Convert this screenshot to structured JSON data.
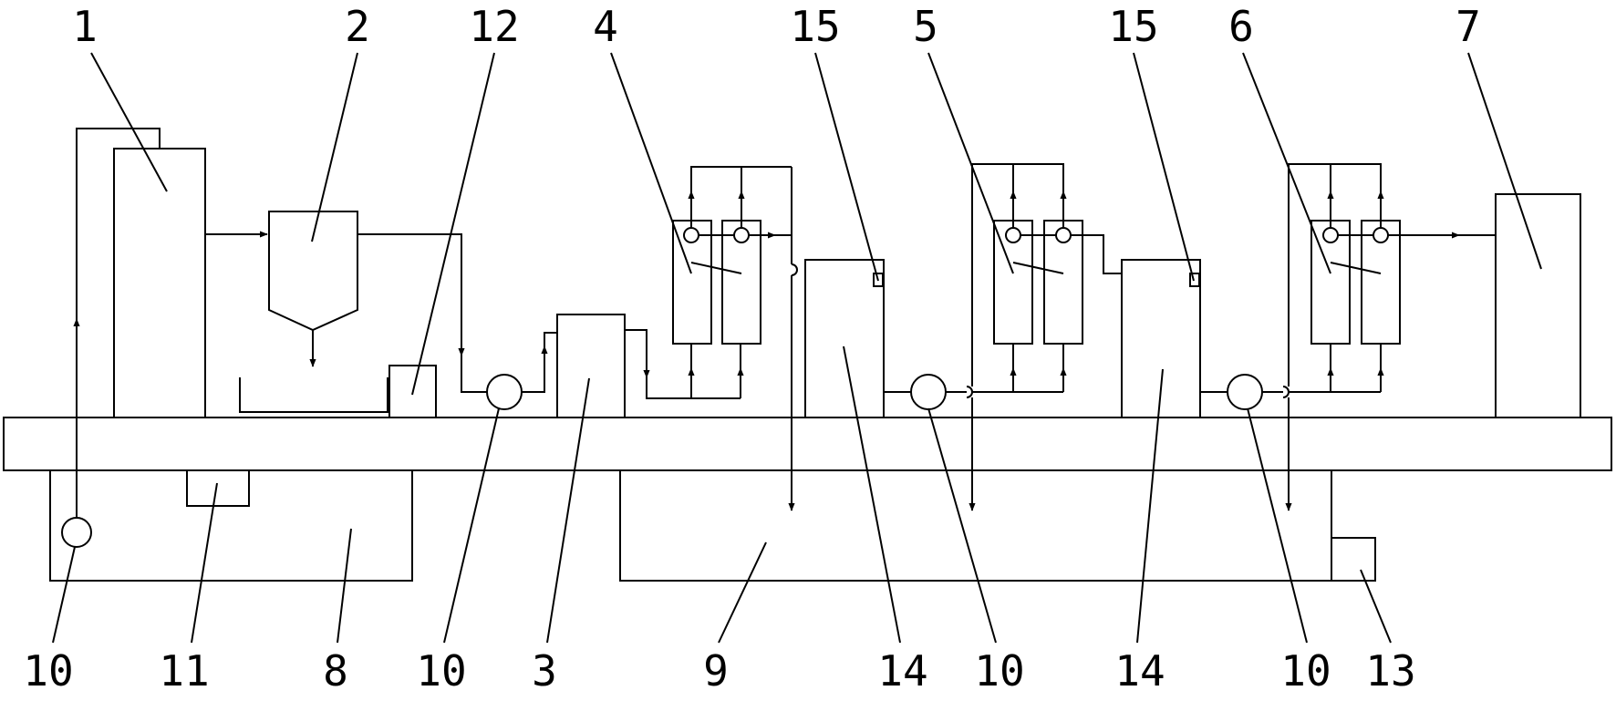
{
  "top_labels": [
    "1",
    "2",
    "12",
    "4",
    "15",
    "5",
    "15",
    "6",
    "7"
  ],
  "bottom_labels": [
    "10",
    "11",
    "8",
    "10",
    "3",
    "9",
    "14",
    "10",
    "14",
    "10",
    "13"
  ]
}
